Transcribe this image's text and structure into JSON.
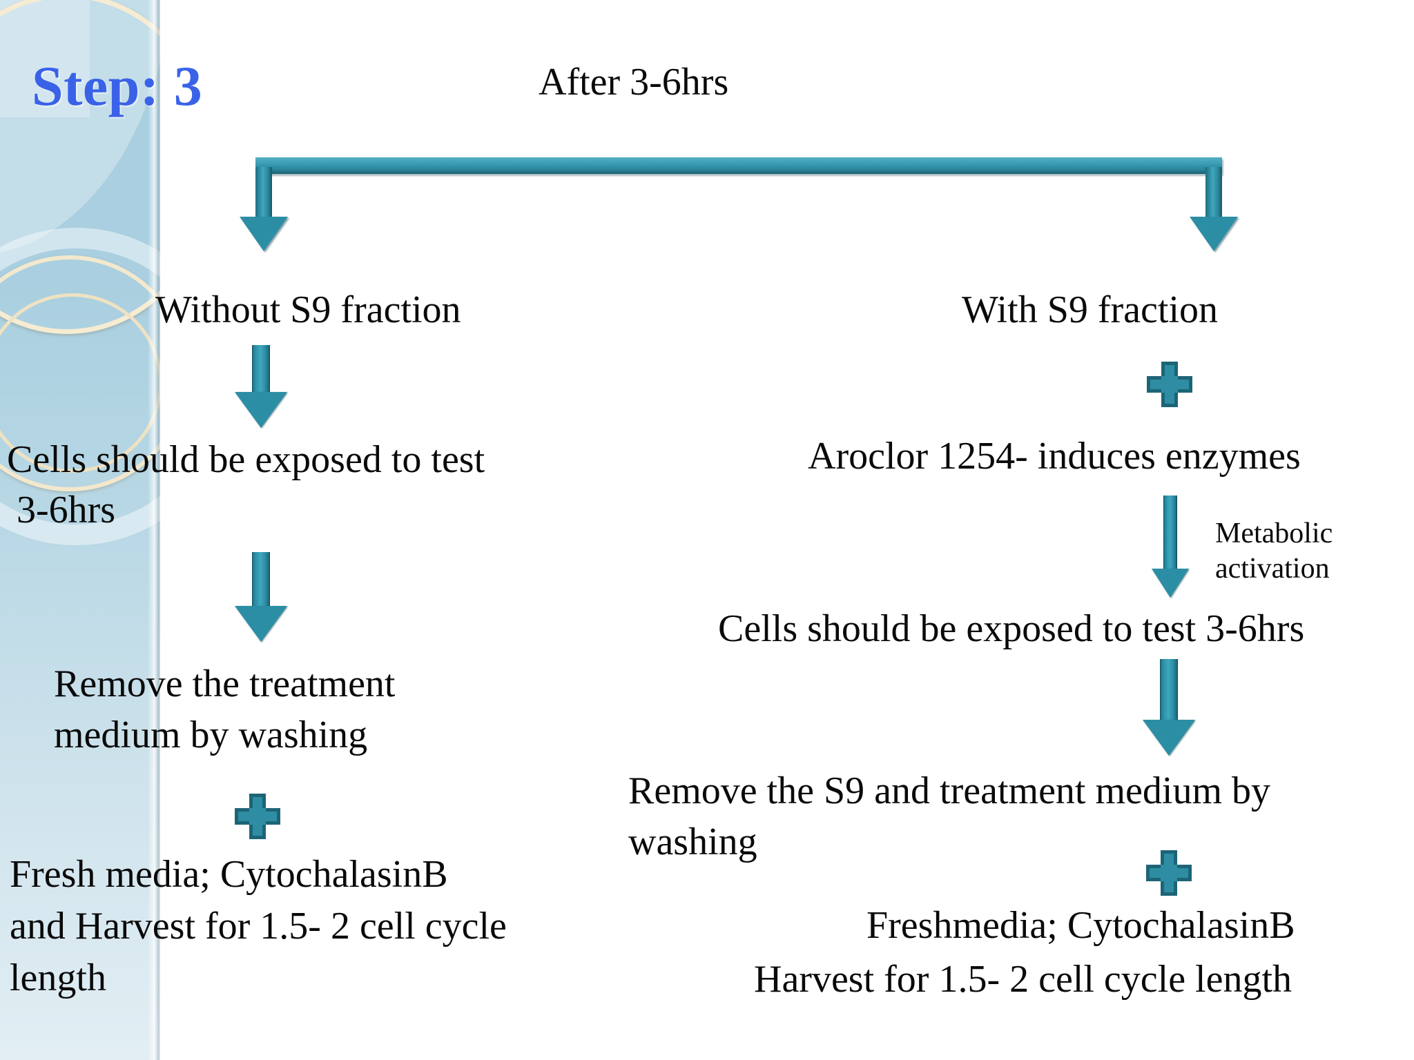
{
  "slide": {
    "title": "Step: 3",
    "title_color": "#3a62e8",
    "accent_color": "#2e8da3",
    "background_color": "#ffffff",
    "sidebar_color": "#a9cfe0"
  },
  "flow": {
    "top_label": "After 3-6hrs",
    "branches": [
      {
        "heading": "Without S9 fraction",
        "steps": [
          "Cells should be exposed to test\n 3-6hrs",
          "Remove the treatment\nmedium by washing",
          "Fresh media; CytochalasinB\nand Harvest for 1.5- 2 cell cycle\nlength"
        ]
      },
      {
        "heading": "With S9 fraction",
        "steps": [
          "Aroclor 1254- induces enzymes",
          "Cells should be exposed to test 3-6hrs",
          "Remove the S9 and treatment medium by\nwashing",
          "Freshmedia; CytochalasinB",
          "Harvest for 1.5- 2 cell cycle length"
        ]
      }
    ],
    "annotations": {
      "metabolic_activation": "Metabolic\nactivation"
    },
    "icons": {
      "plus": "plus-icon",
      "down_arrow": "down-arrow-icon",
      "bracket": "split-bracket-icon"
    }
  }
}
